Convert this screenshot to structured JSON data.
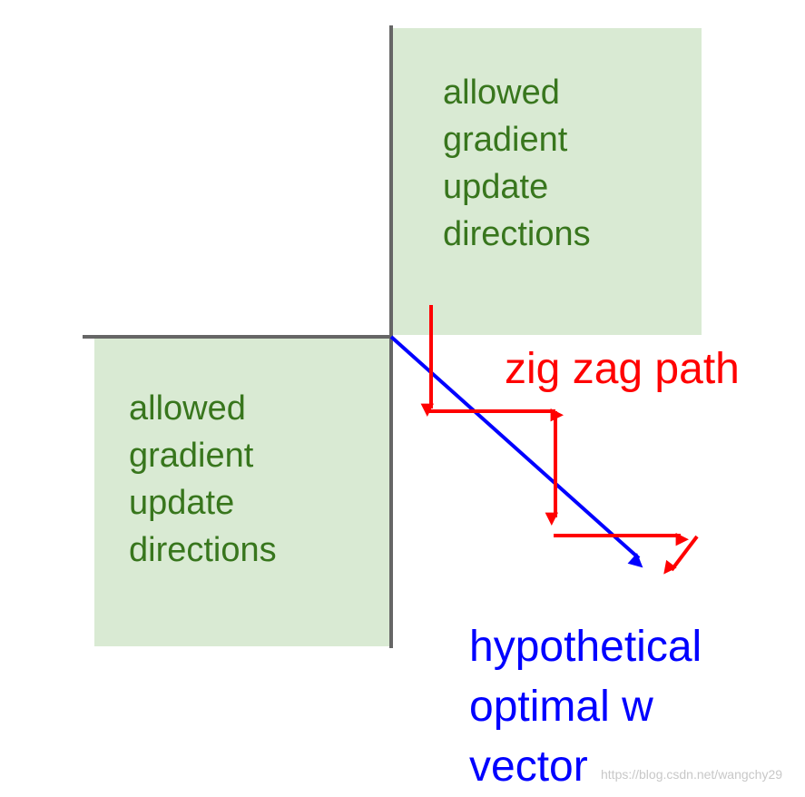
{
  "regions": {
    "top_right_label": "allowed\ngradient\nupdate\ndirections",
    "bottom_left_label": "allowed\ngradient\nupdate\ndirections"
  },
  "annotations": {
    "zigzag": "zig zag path",
    "optimal": "hypothetical\noptimal w\nvector"
  },
  "watermark": "https://blog.csdn.net/wangchy29",
  "colors": {
    "region_fill": "#d9ead3",
    "region_text": "#38761d",
    "axis": "#666666",
    "zigzag": "#ff0000",
    "optimal": "#0000ff"
  }
}
